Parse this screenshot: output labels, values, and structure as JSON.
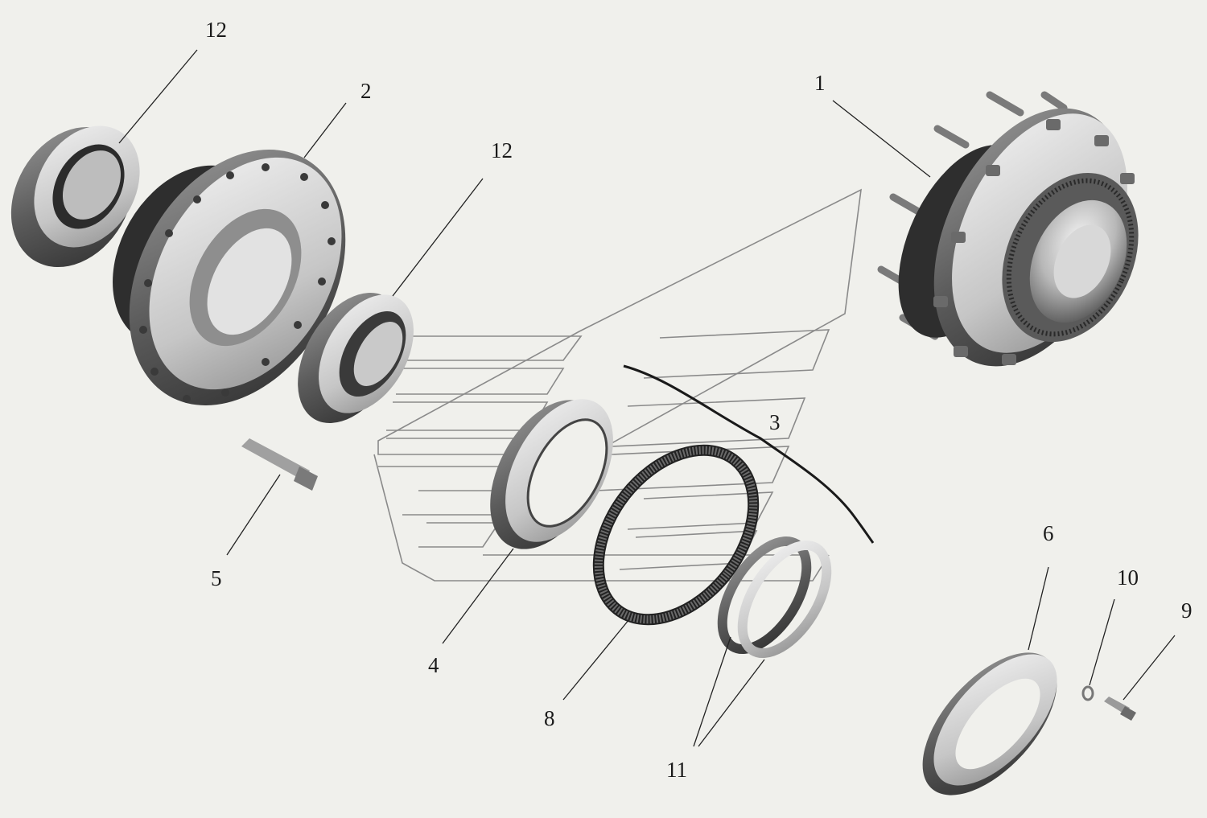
{
  "diagram": {
    "type": "exploded-parts-view",
    "callouts": {
      "c1": "1",
      "c2": "2",
      "c3": "3",
      "c4": "4",
      "c5": "5",
      "c6": "6",
      "c8": "8",
      "c9": "9",
      "c10": "10",
      "c11": "11",
      "c12a": "12",
      "c12b": "12"
    }
  },
  "colors": {
    "background": "#f0f0ec",
    "part_metal_dark": "#4a4a4a",
    "part_metal_light": "#d2d2d2",
    "watermark_lines": "#8a8a8a",
    "ink": "#1a1a1a"
  }
}
